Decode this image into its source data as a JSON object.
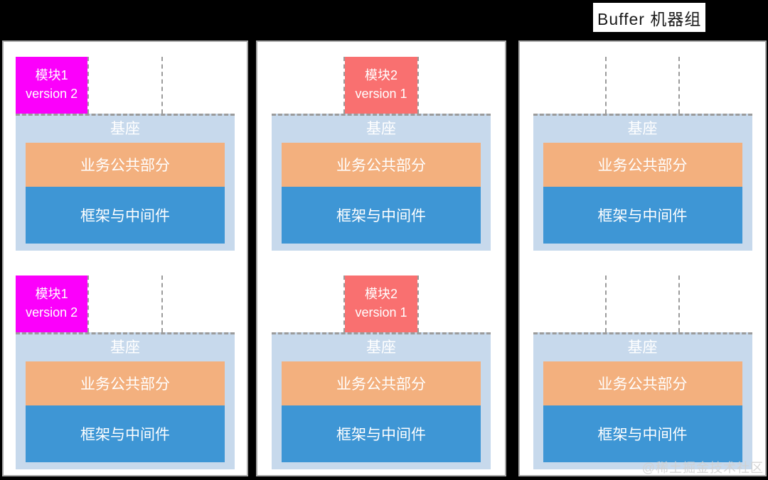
{
  "page": {
    "title": "Buffer 机器组",
    "watermark": "@稀土掘金技术社区"
  },
  "colors": {
    "background": "#000000",
    "panel_bg": "#FFFFFF",
    "panel_border": "#A8A8A8",
    "dash_line": "#9B9B9B",
    "module1_badge": "#FB00FB",
    "module2_badge": "#F97070",
    "base_bg": "#C7D9EC",
    "business_bg": "#F3B07E",
    "framework_bg": "#3E96D5",
    "box_text": "#FFFFFF",
    "title_text": "#1A1A1A"
  },
  "machines": [
    {
      "name": "machine-group-1",
      "units": [
        {
          "module": {
            "name": "模块1",
            "version": "version 2"
          },
          "base": {
            "label": "基座",
            "business": "业务公共部分",
            "framework": "框架与中间件"
          }
        },
        {
          "module": {
            "name": "模块1",
            "version": "version 2"
          },
          "base": {
            "label": "基座",
            "business": "业务公共部分",
            "framework": "框架与中间件"
          }
        }
      ]
    },
    {
      "name": "machine-group-2",
      "units": [
        {
          "module": {
            "name": "模块2",
            "version": "version 1"
          },
          "base": {
            "label": "基座",
            "business": "业务公共部分",
            "framework": "框架与中间件"
          }
        },
        {
          "module": {
            "name": "模块2",
            "version": "version 1"
          },
          "base": {
            "label": "基座",
            "business": "业务公共部分",
            "framework": "框架与中间件"
          }
        }
      ]
    },
    {
      "name": "machine-group-3",
      "units": [
        {
          "module": null,
          "base": {
            "label": "基座",
            "business": "业务公共部分",
            "framework": "框架与中间件"
          }
        },
        {
          "module": null,
          "base": {
            "label": "基座",
            "business": "业务公共部分",
            "framework": "框架与中间件"
          }
        }
      ]
    }
  ]
}
